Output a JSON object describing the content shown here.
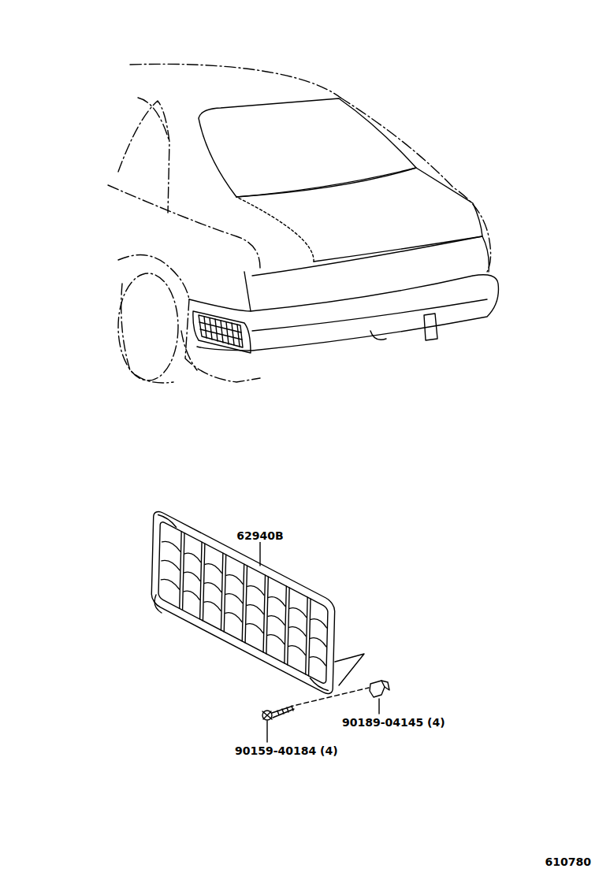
{
  "diagram": {
    "labels": [
      "62940B",
      "90189-04145 (4)",
      "90159-40184 (4)",
      "610780"
    ]
  }
}
